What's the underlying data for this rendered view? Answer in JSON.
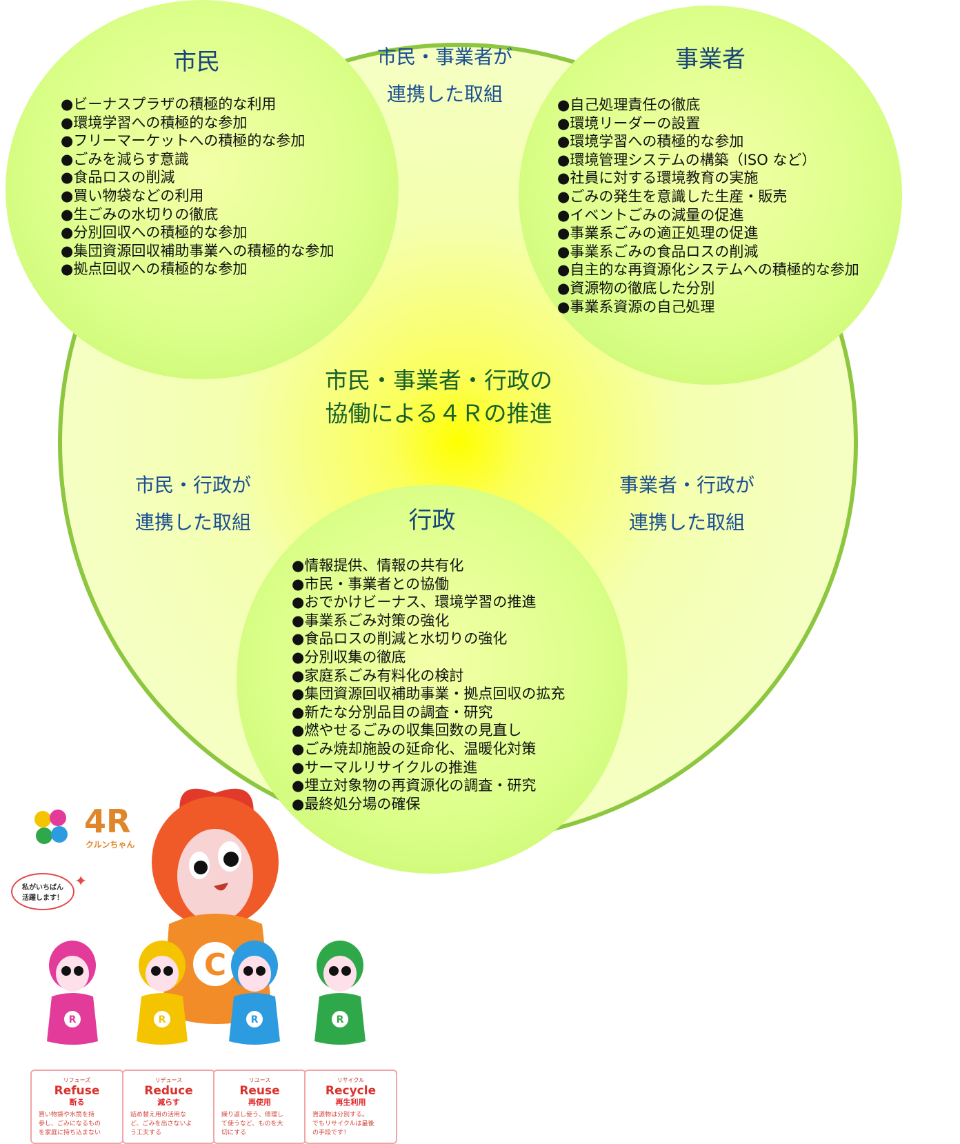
{
  "center": {
    "line1": "市民・事業者・行政の",
    "line2": "協働による４Ｒの推進"
  },
  "shimin": {
    "title": "市民",
    "items": [
      "ビーナスプラザの積極的な利用",
      "環境学習への積極的な参加",
      "フリーマーケットへの積極的な参加",
      "ごみを減らす意識",
      "食品ロスの削減",
      "買い物袋などの利用",
      "生ごみの水切りの徹底",
      "分別回収への積極的な参加",
      "集団資源回収補助事業への積極的な参加",
      "拠点回収への積極的な参加"
    ]
  },
  "jigyousha": {
    "title": "事業者",
    "items": [
      "自己処理責任の徹底",
      "環境リーダーの設置",
      "環境学習への積極的な参加",
      "環境管理システムの構築（ISO など）",
      "社員に対する環境教育の実施",
      "ごみの発生を意識した生産・販売",
      "イベントごみの減量の促進",
      "事業系ごみの適正処理の促進",
      "事業系ごみの食品ロスの削減",
      "自主的な再資源化システムへの積極的な参加",
      "資源物の徹底した分別",
      "事業系資源の自己処理"
    ]
  },
  "gyousei": {
    "title": "行政",
    "items": [
      "情報提供、情報の共有化",
      "市民・事業者との協働",
      "おでかけビーナス、環境学習の推進",
      "事業系ごみ対策の強化",
      "食品ロスの削減と水切りの強化",
      "分別収集の徹底",
      "家庭系ごみ有料化の検討",
      "集団資源回収補助事業・拠点回収の拡充",
      "新たな分別品目の調査・研究",
      "燃やせるごみの収集回数の見直し",
      "ごみ焼却施設の延命化、温暖化対策",
      "サーマルリサイクルの推進",
      "埋立対象物の再資源化の調査・研究",
      "最終処分場の確保"
    ]
  },
  "overlaps": {
    "shimin_jigyousha": [
      "市民・事業者が",
      "連携した取組"
    ],
    "shimin_gyousei": [
      "市民・行政が",
      "連携した取組"
    ],
    "jigyousha_gyousei": [
      "事業者・行政が",
      "連携した取組"
    ]
  },
  "mascot": {
    "logo": "4R",
    "logo_sub": "クルンちゃん",
    "speech": [
      "私がいちばん",
      "活躍します！"
    ],
    "cards": [
      {
        "kana": "リフューズ",
        "en": "Refuse",
        "jp": "断る",
        "desc": "買い物袋や水筒を持\n参し、ごみになるもの\nを家庭に持ち込まない",
        "color": "#e23b9a"
      },
      {
        "kana": "リデュース",
        "en": "Reduce",
        "jp": "減らす",
        "desc": "詰め替え用の活用な\nど、ごみを出さないよ\nう工夫する",
        "color": "#f5c400"
      },
      {
        "kana": "リユース",
        "en": "Reuse",
        "jp": "再使用",
        "desc": "繰り返し使う、修理し\nて使うなど、ものを大\n切にする",
        "color": "#2d9be0"
      },
      {
        "kana": "リサイクル",
        "en": "Recycle",
        "jp": "再生利用",
        "desc": "資源物は分別する。\nでもリサイクルは最後\nの手段です！",
        "color": "#2fa84a"
      }
    ]
  }
}
